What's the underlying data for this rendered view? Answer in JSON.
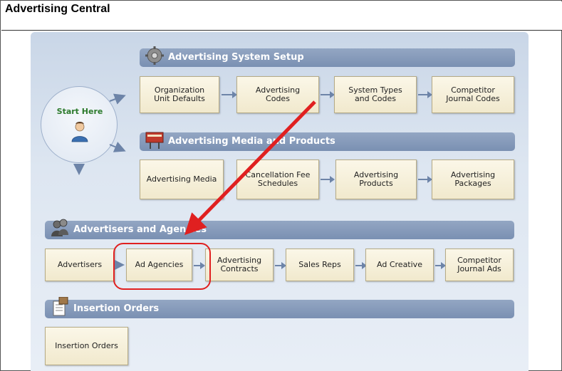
{
  "window": {
    "title": "Advertising Central"
  },
  "start": {
    "label": "Start Here",
    "icon": "user-icon"
  },
  "sections": {
    "setup": {
      "title": "Advertising System Setup",
      "icon": "gear-icon",
      "items": [
        "Organization\nUnit Defaults",
        "Advertising\nCodes",
        "System Types\nand Codes",
        "Competitor\nJournal Codes"
      ]
    },
    "media": {
      "title": "Advertising Media and Products",
      "icon": "billboard-icon",
      "items": [
        "Advertising Media",
        "Cancellation Fee\nSchedules",
        "Advertising\nProducts",
        "Advertising\nPackages"
      ]
    },
    "advertisers": {
      "title": "Advertisers and Agencies",
      "icon": "people-icon",
      "items": [
        "Advertisers",
        "Ad Agencies",
        "Advertising\nContracts",
        "Sales Reps",
        "Ad Creative",
        "Competitor\nJournal Ads"
      ]
    },
    "insertion": {
      "title": "Insertion Orders",
      "icon": "document-icon",
      "items": [
        "Insertion Orders"
      ]
    }
  },
  "highlight": {
    "target": "Ad Agencies",
    "color": "#e02020"
  },
  "colors": {
    "section_bar": "#8299bb",
    "box_bg": "#f6f0da",
    "arrow": "#6d84a8",
    "start_text": "#2c7a2c"
  }
}
